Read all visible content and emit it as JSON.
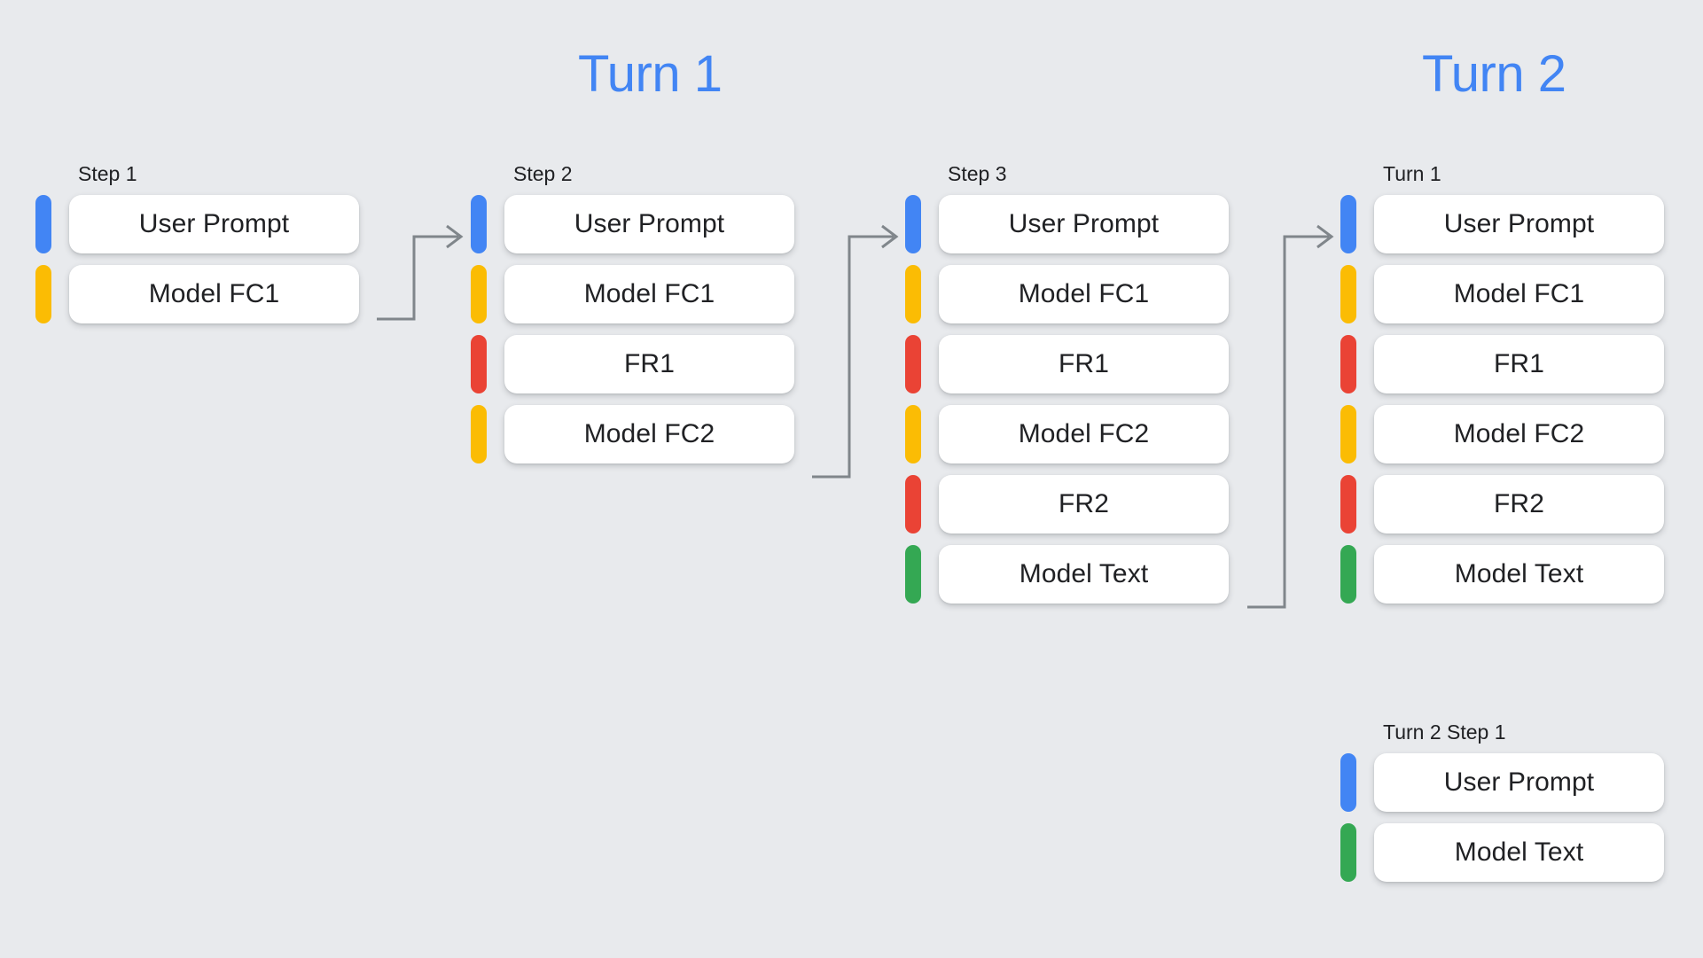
{
  "headings": [
    {
      "label": "Turn 1"
    },
    {
      "label": "Turn 2"
    }
  ],
  "colors": {
    "background": "#e8eaed",
    "card": "#ffffff",
    "text": "#202124",
    "accent_blue": "#4285f4",
    "bar_blue": "#4285f4",
    "bar_yellow": "#fbbc04",
    "bar_red": "#ea4335",
    "bar_green": "#34a853",
    "connector": "#80868b"
  },
  "columns": [
    {
      "label": "Step 1",
      "rows": [
        {
          "label": "User Prompt",
          "color": "blue"
        },
        {
          "label": "Model FC1",
          "color": "yellow"
        }
      ]
    },
    {
      "label": "Step 2",
      "rows": [
        {
          "label": "User Prompt",
          "color": "blue"
        },
        {
          "label": "Model FC1",
          "color": "yellow"
        },
        {
          "label": "FR1",
          "color": "red"
        },
        {
          "label": "Model FC2",
          "color": "yellow"
        }
      ]
    },
    {
      "label": "Step 3",
      "rows": [
        {
          "label": "User Prompt",
          "color": "blue"
        },
        {
          "label": "Model FC1",
          "color": "yellow"
        },
        {
          "label": "FR1",
          "color": "red"
        },
        {
          "label": "Model FC2",
          "color": "yellow"
        },
        {
          "label": "FR2",
          "color": "red"
        },
        {
          "label": "Model Text",
          "color": "green"
        }
      ]
    },
    {
      "label": "Turn 1",
      "rows": [
        {
          "label": "User Prompt",
          "color": "blue"
        },
        {
          "label": "Model FC1",
          "color": "yellow"
        },
        {
          "label": "FR1",
          "color": "red"
        },
        {
          "label": "Model FC2",
          "color": "yellow"
        },
        {
          "label": "FR2",
          "color": "red"
        },
        {
          "label": "Model Text",
          "color": "green"
        }
      ]
    },
    {
      "label": "Turn 2 Step 1",
      "rows": [
        {
          "label": "User Prompt",
          "color": "blue"
        },
        {
          "label": "Model Text",
          "color": "green"
        }
      ]
    }
  ],
  "connectors": [
    {
      "name": "step1-to-step2"
    },
    {
      "name": "step2-to-step3"
    },
    {
      "name": "step3-to-turn1"
    }
  ]
}
